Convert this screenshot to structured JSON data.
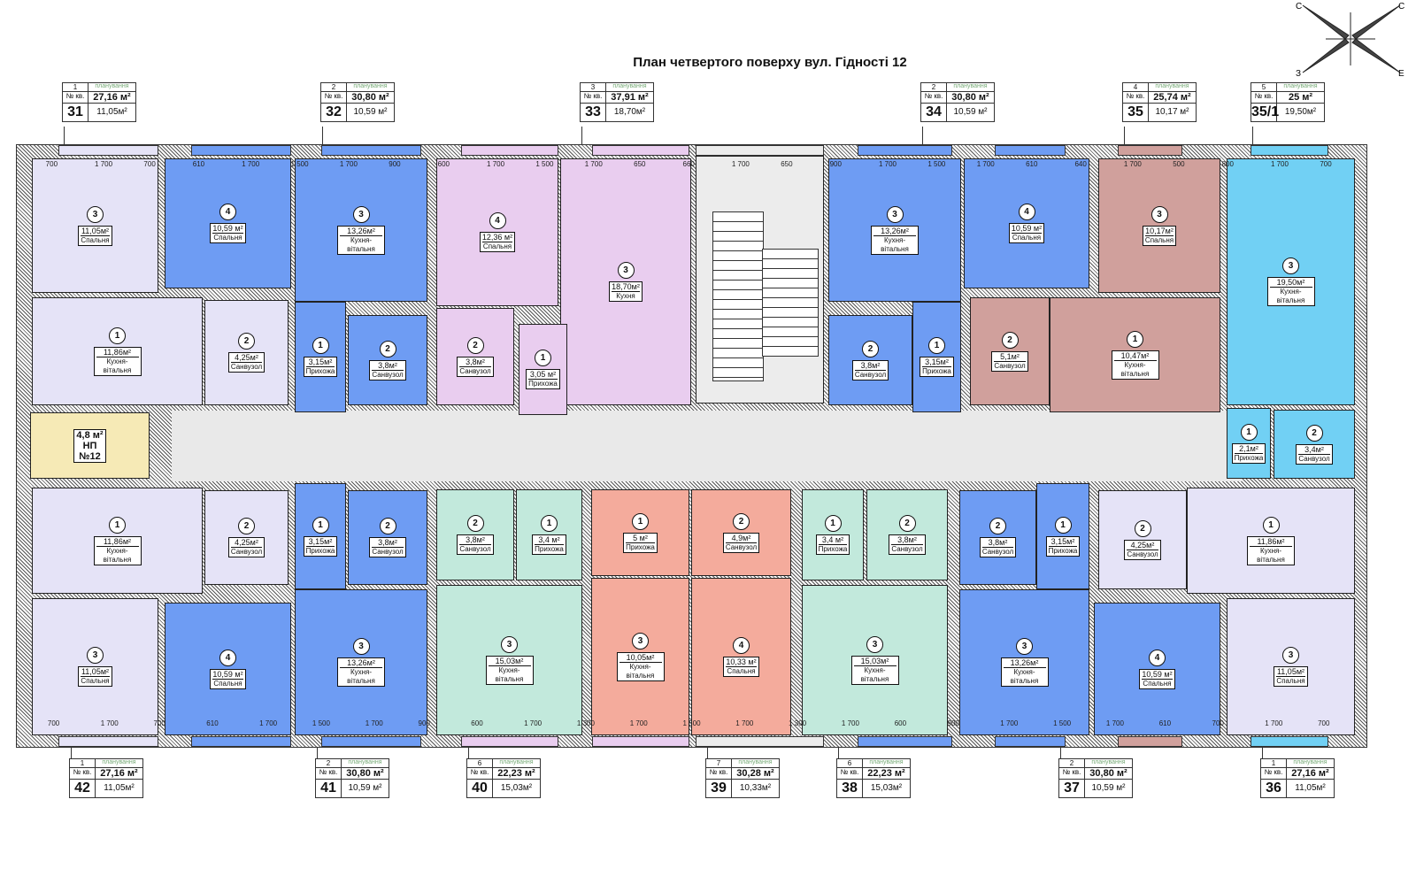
{
  "title": "План четвертого поверху вул. Гідності 12",
  "compass_letters": [
    "С",
    "С",
    "З",
    "Е"
  ],
  "labels": {
    "plan": "планування",
    "apt_no": "№ кв."
  },
  "apartments": {
    "a31": {
      "plan": "1",
      "total": "27,16 м²",
      "number": "31",
      "living": "11,05м²",
      "rooms": [
        {
          "n": "3",
          "area": "11,05м²",
          "name": "Спальня"
        },
        {
          "n": "1",
          "area": "11,86м²",
          "name": "Кухня-вітальня"
        },
        {
          "n": "2",
          "area": "4,25м²",
          "name": "Санвузол"
        }
      ]
    },
    "a32": {
      "plan": "2",
      "total": "30,80 м²",
      "number": "32",
      "living": "10,59 м²",
      "rooms": [
        {
          "n": "4",
          "area": "10,59 м²",
          "name": "Спальня"
        },
        {
          "n": "3",
          "area": "13,26м²",
          "name": "Кухня-вітальня"
        },
        {
          "n": "1",
          "area": "3,15м²",
          "name": "Прихожа"
        },
        {
          "n": "2",
          "area": "3,8м²",
          "name": "Санвузол"
        }
      ]
    },
    "a33": {
      "plan": "3",
      "total": "37,91 м²",
      "number": "33",
      "living": "18,70м²",
      "rooms": [
        {
          "n": "4",
          "area": "12,36 м²",
          "name": "Спальня"
        },
        {
          "n": "3",
          "area": "18,70м²",
          "name": "Кухня"
        },
        {
          "n": "2",
          "area": "3,8м²",
          "name": "Санвузол"
        },
        {
          "n": "1",
          "area": "3,05 м²",
          "name": "Прихожа"
        }
      ]
    },
    "a34": {
      "plan": "2",
      "total": "30,80 м²",
      "number": "34",
      "living": "10,59 м²",
      "rooms": [
        {
          "n": "3",
          "area": "13,26м²",
          "name": "Кухня-вітальня"
        },
        {
          "n": "4",
          "area": "10,59 м²",
          "name": "Спальня"
        },
        {
          "n": "2",
          "area": "3,8м²",
          "name": "Санвузол"
        },
        {
          "n": "1",
          "area": "3,15м²",
          "name": "Прихожа"
        }
      ]
    },
    "a35": {
      "plan": "4",
      "total": "25,74 м²",
      "number": "35",
      "living": "10,17 м²",
      "rooms": [
        {
          "n": "3",
          "area": "10,17м²",
          "name": "Спальня"
        },
        {
          "n": "2",
          "area": "5,1м²",
          "name": "Санвузол"
        },
        {
          "n": "1",
          "area": "10,47м²",
          "name": "Кухня-вітальня"
        }
      ]
    },
    "a35_1": {
      "plan": "5",
      "total": "25 м²",
      "number": "35/1",
      "living": "19,50м²",
      "rooms": [
        {
          "n": "3",
          "area": "19,50м²",
          "name": "Кухня-вітальня"
        },
        {
          "n": "1",
          "area": "2,1м²",
          "name": "Прихожа"
        },
        {
          "n": "2",
          "area": "3,4м²",
          "name": "Санвузол"
        }
      ]
    },
    "a42": {
      "plan": "1",
      "total": "27,16 м²",
      "number": "42",
      "living": "11,05м²",
      "rooms": [
        {
          "n": "1",
          "area": "11,86м²",
          "name": "Кухня-вітальня"
        },
        {
          "n": "2",
          "area": "4,25м²",
          "name": "Санвузол"
        },
        {
          "n": "3",
          "area": "11,05м²",
          "name": "Спальня"
        }
      ]
    },
    "a41": {
      "plan": "2",
      "total": "30,80 м²",
      "number": "41",
      "living": "10,59 м²",
      "rooms": [
        {
          "n": "1",
          "area": "3,15м²",
          "name": "Прихожа"
        },
        {
          "n": "2",
          "area": "3,8м²",
          "name": "Санвузол"
        },
        {
          "n": "4",
          "area": "10,59 м²",
          "name": "Спальня"
        },
        {
          "n": "3",
          "area": "13,26м²",
          "name": "Кухня-вітальня"
        }
      ]
    },
    "a40": {
      "plan": "6",
      "total": "22,23 м²",
      "number": "40",
      "living": "15,03м²",
      "rooms": [
        {
          "n": "2",
          "area": "3,8м²",
          "name": "Санвузол"
        },
        {
          "n": "1",
          "area": "3,4 м²",
          "name": "Прихожа"
        },
        {
          "n": "3",
          "area": "15,03м²",
          "name": "Кухня-вітальня"
        }
      ]
    },
    "a39": {
      "plan": "7",
      "total": "30,28 м²",
      "number": "39",
      "living": "10,33м²",
      "rooms": [
        {
          "n": "1",
          "area": "5 м²",
          "name": "Прихожа"
        },
        {
          "n": "2",
          "area": "4,9м²",
          "name": "Санвузол"
        },
        {
          "n": "3",
          "area": "10,05м²",
          "name": "Кухня-вітальня"
        },
        {
          "n": "4",
          "area": "10,33 м²",
          "name": "Спальня"
        }
      ]
    },
    "a38": {
      "plan": "6",
      "total": "22,23 м²",
      "number": "38",
      "living": "15,03м²",
      "rooms": [
        {
          "n": "1",
          "area": "3,4 м²",
          "name": "Прихожа"
        },
        {
          "n": "2",
          "area": "3,8м²",
          "name": "Санвузол"
        },
        {
          "n": "3",
          "area": "15,03м²",
          "name": "Кухня-вітальня"
        }
      ]
    },
    "a37": {
      "plan": "2",
      "total": "30,80 м²",
      "number": "37",
      "living": "10,59 м²",
      "rooms": [
        {
          "n": "2",
          "area": "3,8м²",
          "name": "Санвузол"
        },
        {
          "n": "1",
          "area": "3,15м²",
          "name": "Прихожа"
        },
        {
          "n": "3",
          "area": "13,26м²",
          "name": "Кухня-вітальня"
        },
        {
          "n": "4",
          "area": "10,59 м²",
          "name": "Спальня"
        }
      ]
    },
    "a36": {
      "plan": "1",
      "total": "27,16 м²",
      "number": "36",
      "living": "11,05м²",
      "rooms": [
        {
          "n": "2",
          "area": "4,25м²",
          "name": "Санвузол"
        },
        {
          "n": "1",
          "area": "11,86м²",
          "name": "Кухня-вітальня"
        },
        {
          "n": "3",
          "area": "11,05м²",
          "name": "Спальня"
        }
      ]
    }
  },
  "np": {
    "area": "4,8 м²",
    "name": "НП",
    "number": "№12"
  },
  "dims": {
    "top": [
      "700",
      "1 700",
      "700",
      "610",
      "1 700",
      "1 500",
      "1 700",
      "900",
      "600",
      "1 700",
      "1 500",
      "1 700",
      "650",
      "660",
      "1 700",
      "650",
      "900",
      "1 700",
      "1 500",
      "1 700",
      "610",
      "640",
      "1 700",
      "500",
      "800",
      "1 700",
      "700"
    ],
    "bottom": [
      "700",
      "1 700",
      "700",
      "610",
      "1 700",
      "1 500",
      "1 700",
      "900",
      "600",
      "1 700",
      "1 300",
      "1 700",
      "1 500",
      "1 700",
      "1 300",
      "1 700",
      "600",
      "900",
      "1 700",
      "1 500",
      "1 700",
      "610",
      "700",
      "1 700",
      "700"
    ]
  }
}
